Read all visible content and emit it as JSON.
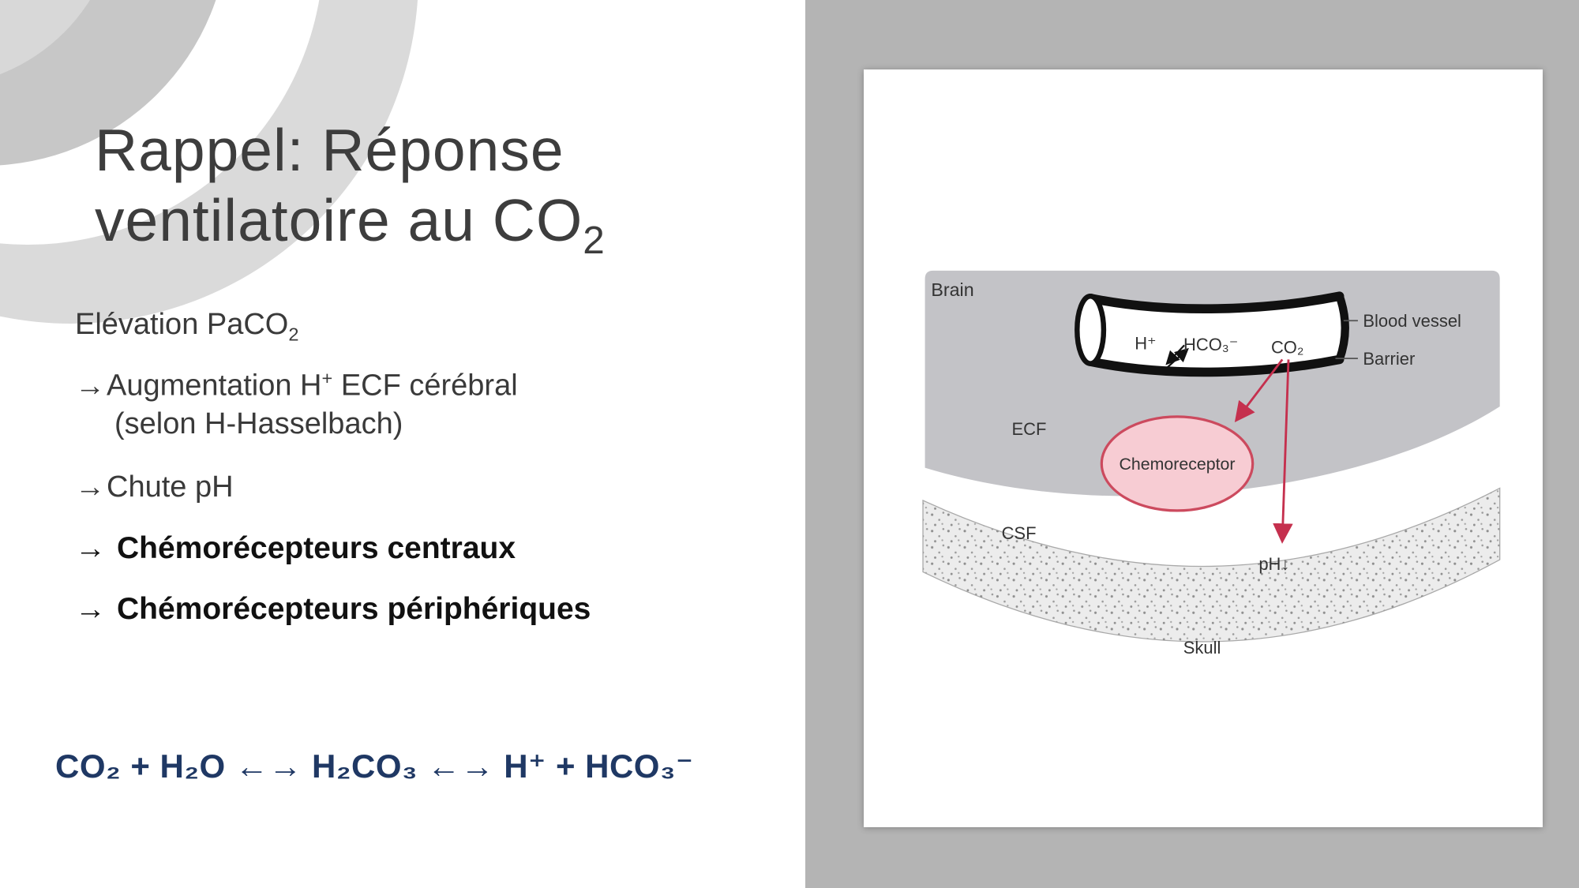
{
  "slide": {
    "title": {
      "line1": "Rappel: Réponse",
      "line2_main": "ventilatoire au CO",
      "line2_sub": "2"
    },
    "bullets": {
      "b0": {
        "main": "Elévation PaCO",
        "sub": "2"
      },
      "b1": {
        "arrow": "→",
        "main": "Augmentation H",
        "sup": "+",
        "rest": " ECF cérébral",
        "line2": "(selon H-Hasselbach)"
      },
      "b2": {
        "arrow": "→",
        "text": "Chute pH"
      },
      "b3": {
        "arrow": "→",
        "text": "Chémorécepteurs centraux"
      },
      "b4": {
        "arrow": "→",
        "text": "Chémorécepteurs périphériques"
      }
    },
    "equation": "CO₂ + H₂O ←→ H₂CO₃ ←→ H⁺ + HCO₃⁻"
  },
  "figure": {
    "brain_label": "Brain",
    "blood_vessel_label": "Blood vessel",
    "barrier_label": "Barrier",
    "ecf_label": "ECF",
    "csf_label": "CSF",
    "skull_label": "Skull",
    "chemoreceptor_label": "Chemoreceptor",
    "ph_label": "pH↓",
    "vessel_contents": {
      "h": "H⁺",
      "hco3": "HCO₃⁻",
      "co2": "CO₂"
    },
    "colors": {
      "panel_gray": "#b4b4b4",
      "brain_gray": "#c3c3c7",
      "chemoreceptor_fill": "#f7ccd3",
      "chemoreceptor_stroke": "#cc4a5e",
      "chemoreceptor_text": "#d14b63",
      "arrow_red": "#c5304e",
      "equation_blue": "#1f3864"
    }
  }
}
